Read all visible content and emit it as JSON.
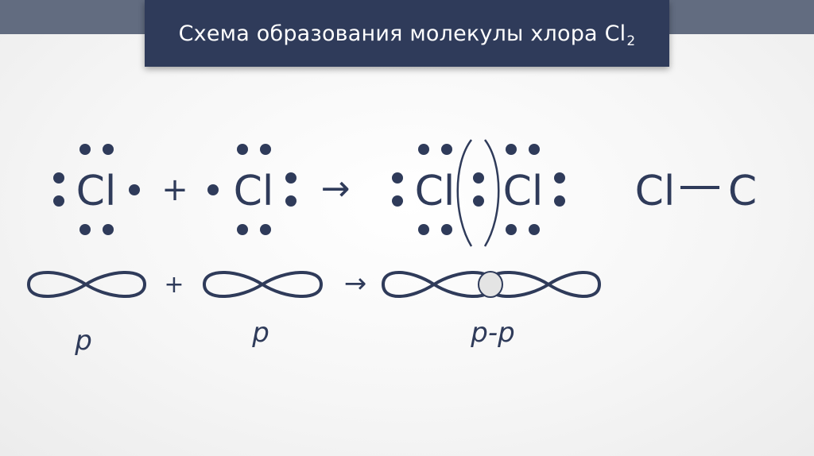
{
  "slide": {
    "title": "Схема образования молекулы хлора Cl",
    "title_subscript": "2"
  },
  "diagram": {
    "atom_symbol": "Cl",
    "bond_symbol_left": "Cl",
    "bond_symbol_right": "C",
    "plus_sign": "+",
    "arrow_sign": "→",
    "orbital_labels": [
      "p",
      "p",
      "p-p"
    ]
  },
  "colors": {
    "title_bar": "#2f3b5a",
    "top_band": "#626c80",
    "ink": "#2f3b5a",
    "overlap_fill": "#e4e4e4"
  }
}
